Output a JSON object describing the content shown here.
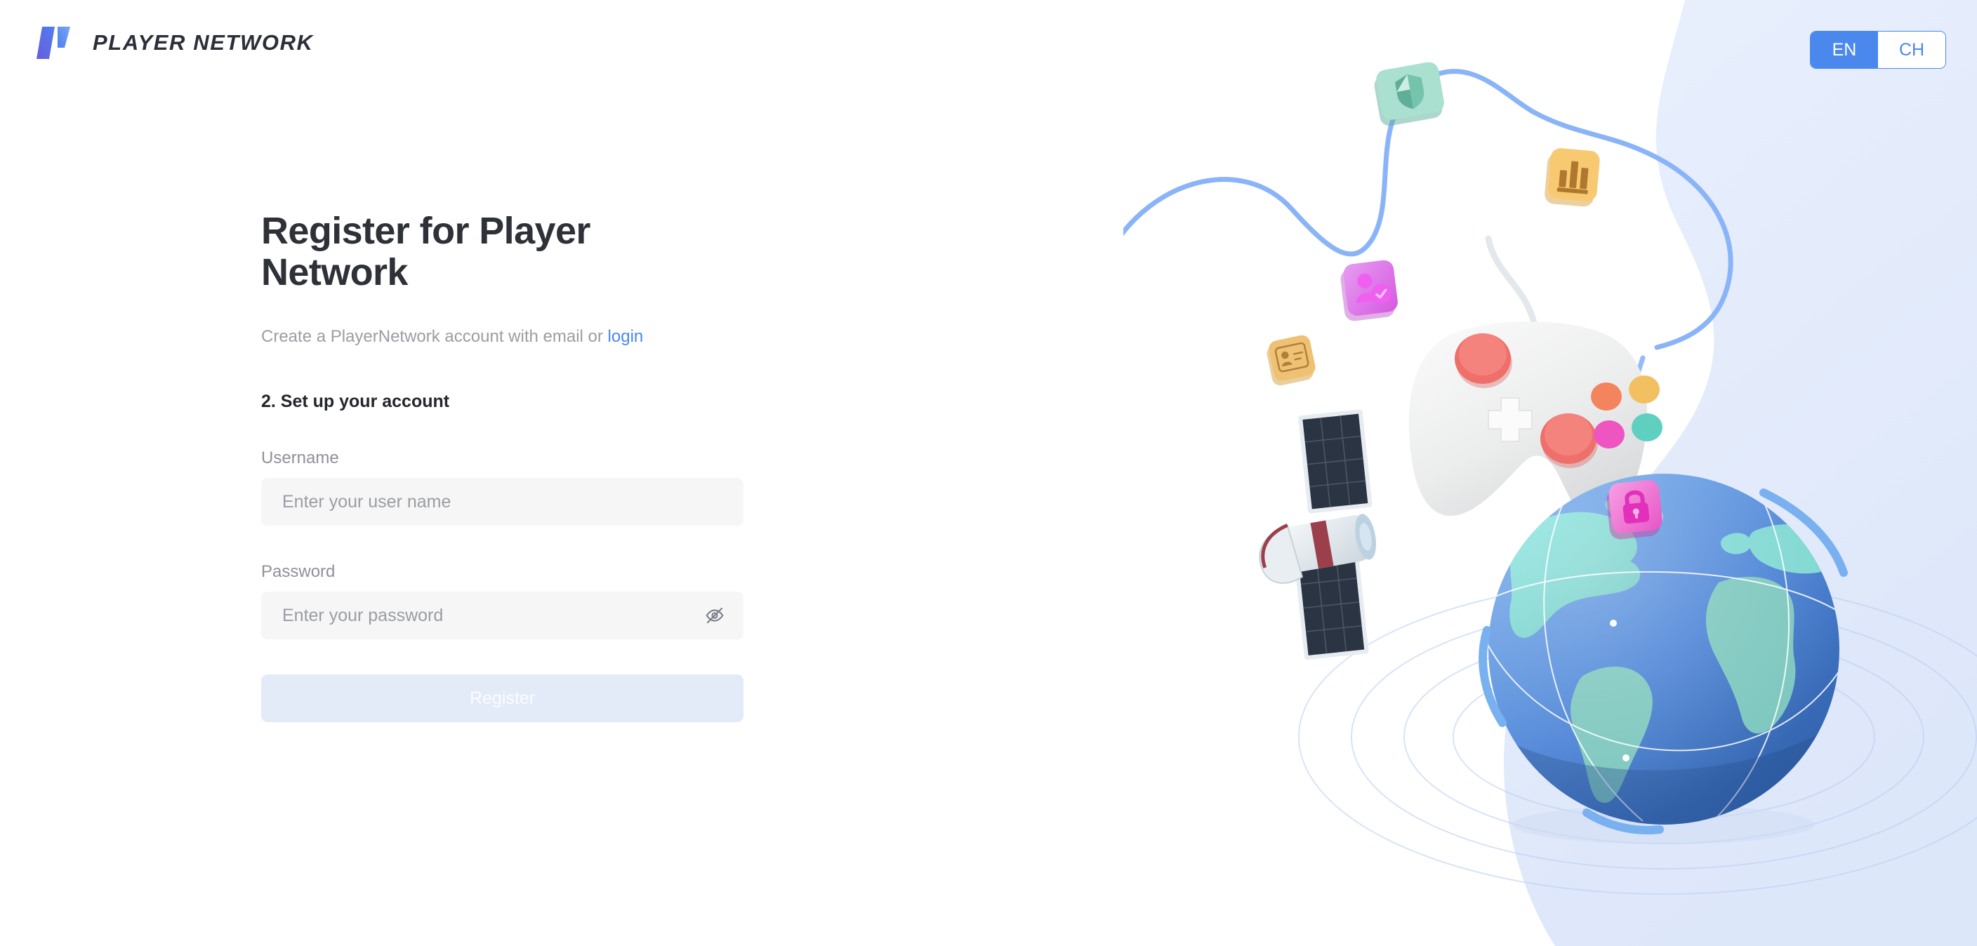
{
  "brand": {
    "logo_text": "PLAYER NETWORK",
    "logo_icon": "player-network-logo",
    "accent_color": "#4a88ee"
  },
  "language_toggle": {
    "options": [
      {
        "label": "EN",
        "selected": true
      },
      {
        "label": "CH",
        "selected": false
      }
    ]
  },
  "form": {
    "title": "Register for Player Network",
    "subtitle_prefix": "Create a PlayerNetwork account with email or ",
    "subtitle_link": "login",
    "step_title": "2. Set up your account",
    "username": {
      "label": "Username",
      "placeholder": "Enter your user name",
      "value": ""
    },
    "password": {
      "label": "Password",
      "placeholder": "Enter your password",
      "value": "",
      "toggle_icon": "eye-slash-icon",
      "visible": false
    },
    "submit_label": "Register",
    "submit_disabled": true,
    "submit_disabled_bg": "#e4ebf8"
  },
  "illustration": {
    "name": "network-security-gaming-illustration",
    "background_blob_color": "#e8eefc",
    "connector_color": "#8ab4f8",
    "cards": [
      {
        "name": "shield-card",
        "icon": "shield-icon",
        "color": "#a9e0cf"
      },
      {
        "name": "bar-chart-card",
        "icon": "bar-chart-icon",
        "color": "#f7ca72"
      },
      {
        "name": "user-verified-card",
        "icon": "user-check-icon",
        "color": "#e07ce8"
      },
      {
        "name": "id-card-card",
        "icon": "id-card-icon",
        "color": "#eec173"
      },
      {
        "name": "lock-card",
        "icon": "lock-icon",
        "color": "#ef6fd0"
      }
    ],
    "objects": [
      {
        "name": "game-controller",
        "color": "#f0f0f1"
      },
      {
        "name": "satellite",
        "color": "#dfe6ec"
      },
      {
        "name": "globe",
        "color": "#4a82d6"
      }
    ]
  }
}
